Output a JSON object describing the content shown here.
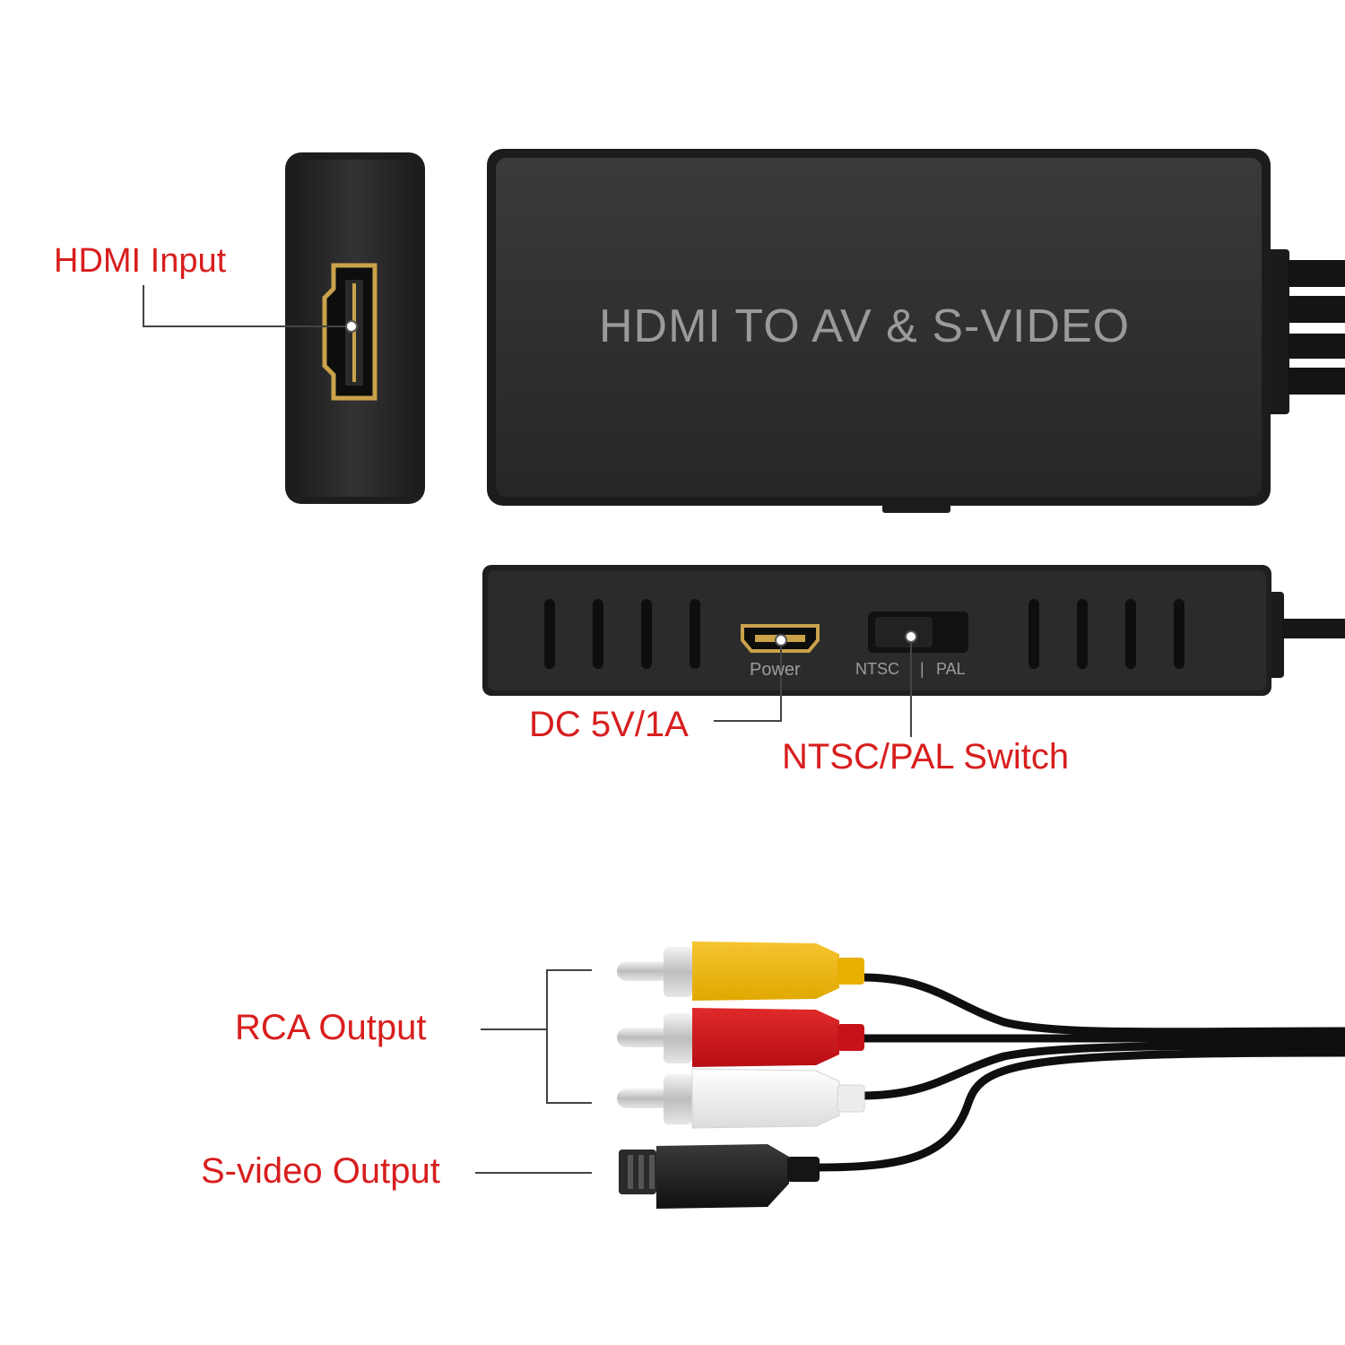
{
  "device": {
    "top_label": "HDMI TO AV & S-VIDEO",
    "power_port_label": "Power",
    "switch_left_label": "NTSC",
    "switch_divider": "|",
    "switch_right_label": "PAL"
  },
  "callouts": {
    "hdmi_input": "HDMI Input",
    "dc_power": "DC 5V/1A",
    "ntsc_pal_switch": "NTSC/PAL Switch",
    "rca_output": "RCA Output",
    "svideo_output": "S-video Output"
  },
  "colors": {
    "callout_text": "#d81e1e",
    "device_body": "#232323",
    "hdmi_gold": "#c9a24a",
    "rca_yellow": "#f2b705",
    "rca_red": "#d0121b",
    "rca_white": "#f3f3f3"
  }
}
